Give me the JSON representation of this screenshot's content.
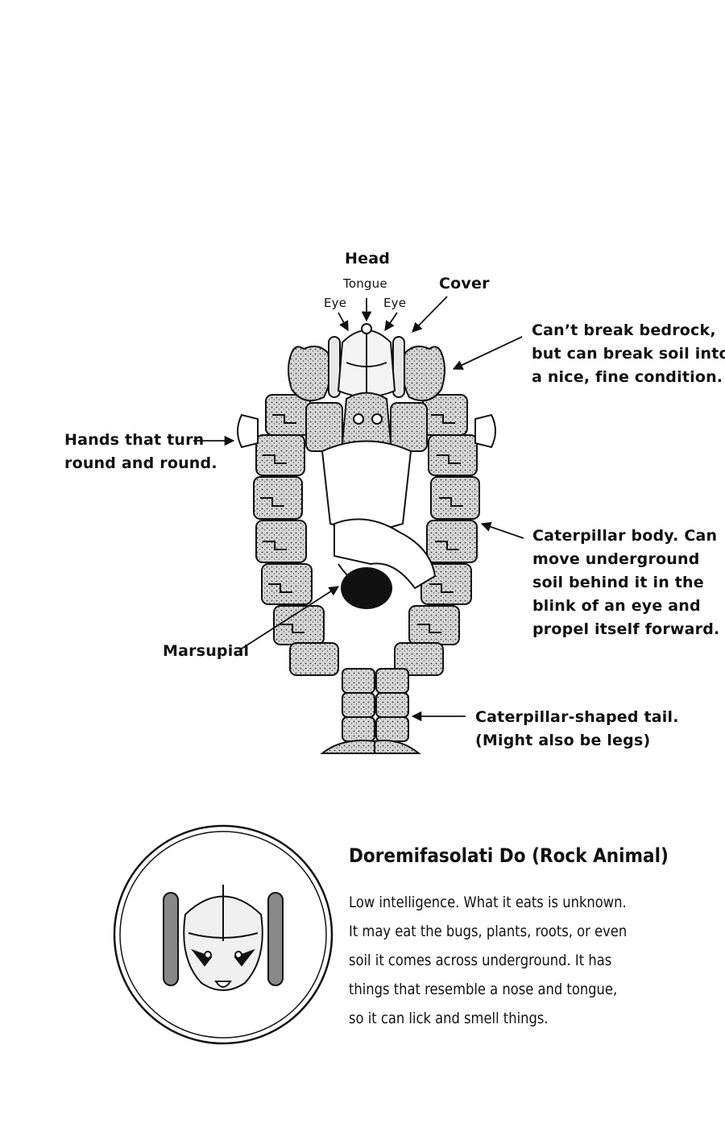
{
  "labels": {
    "head": "Head",
    "tongue": "Tongue",
    "eye_left": "Eye",
    "eye_right": "Eye",
    "cover": "Cover",
    "bedrock": [
      "Can’t break bedrock,",
      "but can break soil into",
      "a nice, fine condition."
    ],
    "hands": [
      "Hands that turn",
      "round and round."
    ],
    "body": [
      "Caterpillar body. Can",
      "move underground",
      "soil behind it in the",
      "blink of an eye and",
      "propel itself forward."
    ],
    "marsupial": "Marsupial",
    "tail": [
      "Caterpillar-shaped tail.",
      "(Might also be legs)"
    ]
  },
  "profile": {
    "title": "Doremifasolati Do (Rock Animal)",
    "text": [
      "Low intelligence. What it eats is unknown.",
      "It may eat the bugs, plants, roots, or even",
      "soil it comes across underground. It has",
      "things that resemble a nose and tongue,",
      "so it can lick and smell things."
    ]
  },
  "colors": {
    "ink": "#111111",
    "stone": "#b8b8b8",
    "stone_dark": "#555555",
    "paper": "#ffffff"
  }
}
